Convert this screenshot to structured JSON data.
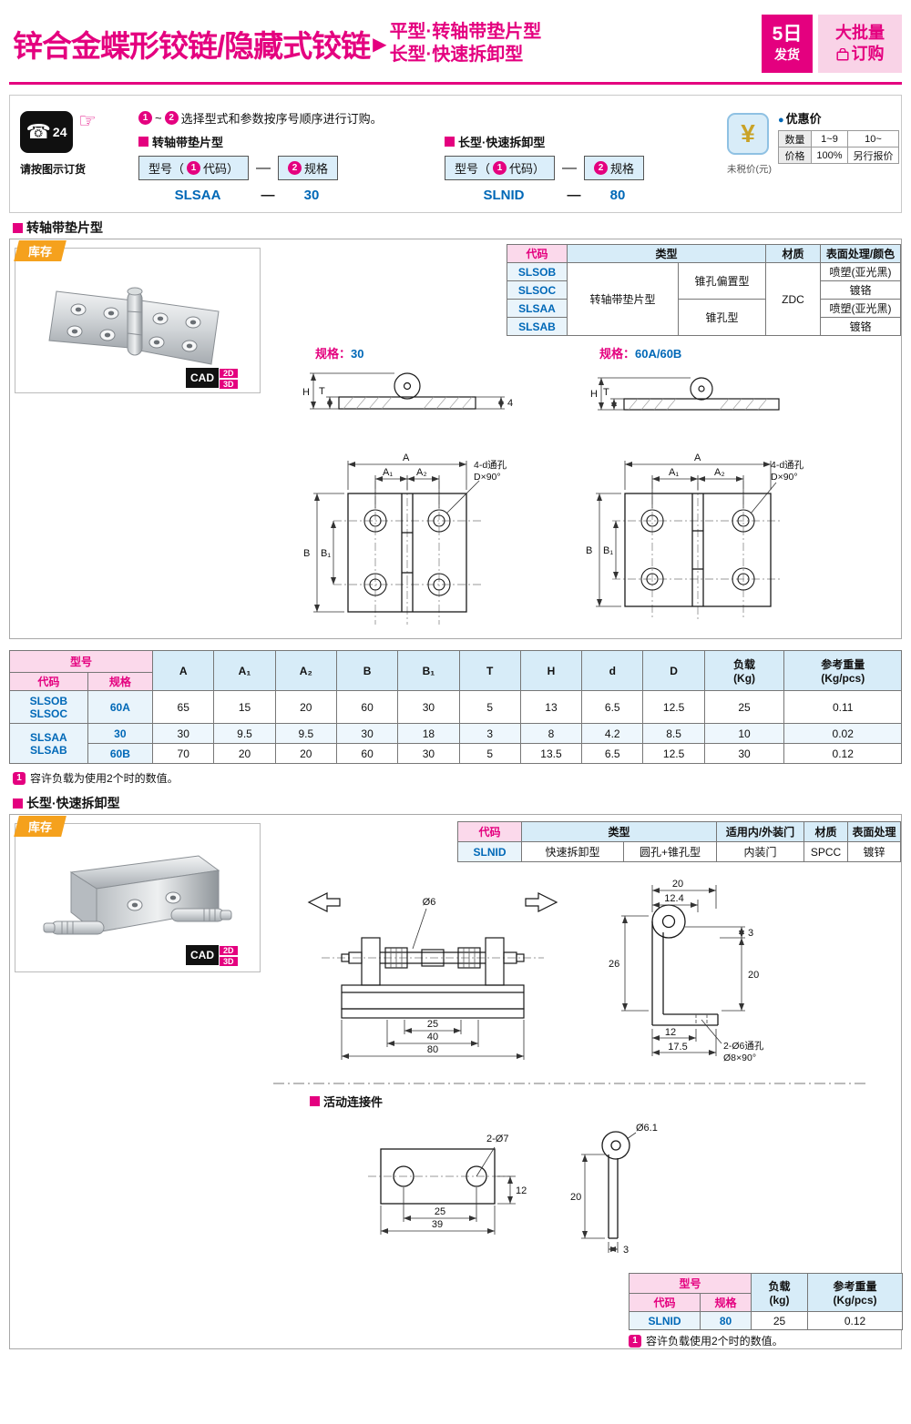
{
  "colors": {
    "magenta": "#e4007f",
    "blue": "#0068b7",
    "orange": "#f5a11d",
    "header_blue_bg": "#d7ecf8",
    "header_pink_bg": "#fbd9eb"
  },
  "header": {
    "title": "锌合金蝶形铰链/隐藏式铰链",
    "arrow": "▶",
    "sub1": "平型·转轴带垫片型",
    "sub2": "长型·快速拆卸型",
    "ship1": "5日",
    "ship2": "发货",
    "bulk1": "大批量",
    "bulk2": "订购"
  },
  "order": {
    "phone24": "24",
    "phone_label": "请按图示订货",
    "hand": "☞",
    "n1": "1",
    "n2": "2",
    "tilde": "~",
    "instr": "选择型式和参数按序号顺序进行订购。",
    "g1_label": "转轴带垫片型",
    "g2_label": "长型·快速拆卸型",
    "box1_pre": "型号（",
    "box1_suf": "代码）",
    "box2_txt": "规格",
    "dash": "—",
    "g1_code": "SLSAA",
    "g1_spec": "30",
    "g2_code": "SLNID",
    "g2_spec": "80",
    "price": {
      "yen": "¥",
      "dot": "●",
      "title": "优惠价",
      "qty": "数量",
      "q1": "1~9",
      "q2": "10~",
      "pr": "价格",
      "p1": "100%",
      "p2": "另行报价",
      "tax": "未税价(元)"
    }
  },
  "s1": {
    "title": "转轴带垫片型",
    "stock": "库存",
    "cad": "CAD",
    "c2d": "2D",
    "c3d": "3D",
    "th_code": "代码",
    "th_type": "类型",
    "th_mat": "材质",
    "th_fin": "表面处理/颜色",
    "t_main": "转轴带垫片型",
    "t_sub1": "锥孔偏置型",
    "t_sub2": "锥孔型",
    "mat": "ZDC",
    "codes": [
      "SLSOB",
      "SLSOC",
      "SLSAA",
      "SLSAB"
    ],
    "fins": [
      "喷塑(亚光黑)",
      "镀铬",
      "喷塑(亚光黑)",
      "镀铬"
    ],
    "spec_lbl": "规格：",
    "spec_a": "30",
    "spec_b": "60A/60B",
    "dH": "H",
    "dT": "T",
    "d4": "4",
    "dA": "A",
    "dA1": "A₁",
    "dA2": "A₂",
    "dB": "B",
    "dB1": "B₁",
    "co1": "4-d通孔",
    "co2": "D×90°"
  },
  "dt": {
    "h_model": "型号",
    "h_code": "代码",
    "h_spec": "规格",
    "cols": [
      "A",
      "A₁",
      "A₂",
      "B",
      "B₁",
      "T",
      "H",
      "d",
      "D"
    ],
    "load1": "负载",
    "load2": "(Kg)",
    "wt1": "参考重量",
    "wt2": "(Kg/pcs)",
    "r1c1": "SLSOB",
    "r1c2": "SLSOC",
    "r1s": "60A",
    "r1": [
      "65",
      "15",
      "20",
      "60",
      "30",
      "5",
      "13",
      "6.5",
      "12.5",
      "25",
      "0.11"
    ],
    "r2c1": "SLSAA",
    "r2c2": "SLSAB",
    "r2s": "30",
    "r2": [
      "30",
      "9.5",
      "9.5",
      "30",
      "18",
      "3",
      "8",
      "4.2",
      "8.5",
      "10",
      "0.02"
    ],
    "r3s": "60B",
    "r3": [
      "70",
      "20",
      "20",
      "60",
      "30",
      "5",
      "13.5",
      "6.5",
      "12.5",
      "30",
      "0.12"
    ],
    "nn": "1",
    "note": "容许负载为使用2个时的数值。"
  },
  "s2": {
    "title": "长型·快速拆卸型",
    "stock": "库存",
    "cad": "CAD",
    "c2d": "2D",
    "c3d": "3D",
    "th_code": "代码",
    "th_type": "类型",
    "th_door": "适用内/外装门",
    "th_mat": "材质",
    "th_fin": "表面处理",
    "code": "SLNID",
    "t1": "快速拆卸型",
    "t2": "圆孔+锥孔型",
    "door": "内装门",
    "mat": "SPCC",
    "fin": "镀锌",
    "dphi": "Ø6",
    "d25": "25",
    "d40": "40",
    "d80": "80",
    "e20": "20",
    "e124": "12.4",
    "e26": "26",
    "e3a": "3",
    "e3b": "3",
    "e20b": "20",
    "e12": "12",
    "e175": "17.5",
    "co1": "2-Ø6通孔",
    "co2": "Ø8×90°",
    "conn_title": "活动连接件",
    "k12": "12",
    "k25": "25",
    "k39": "39",
    "kholes": "2-Ø7",
    "k20": "20",
    "kphi": "Ø6.1",
    "k3": "3",
    "bt_model": "型号",
    "bt_code": "代码",
    "bt_spec": "规格",
    "bt_load1": "负载",
    "bt_load2": "(kg)",
    "bt_wt1": "参考重量",
    "bt_wt2": "(Kg/pcs)",
    "bt_c": "SLNID",
    "bt_s": "80",
    "bt_l": "25",
    "bt_w": "0.12",
    "nn": "1",
    "note": "容许负载使用2个时的数值。"
  }
}
